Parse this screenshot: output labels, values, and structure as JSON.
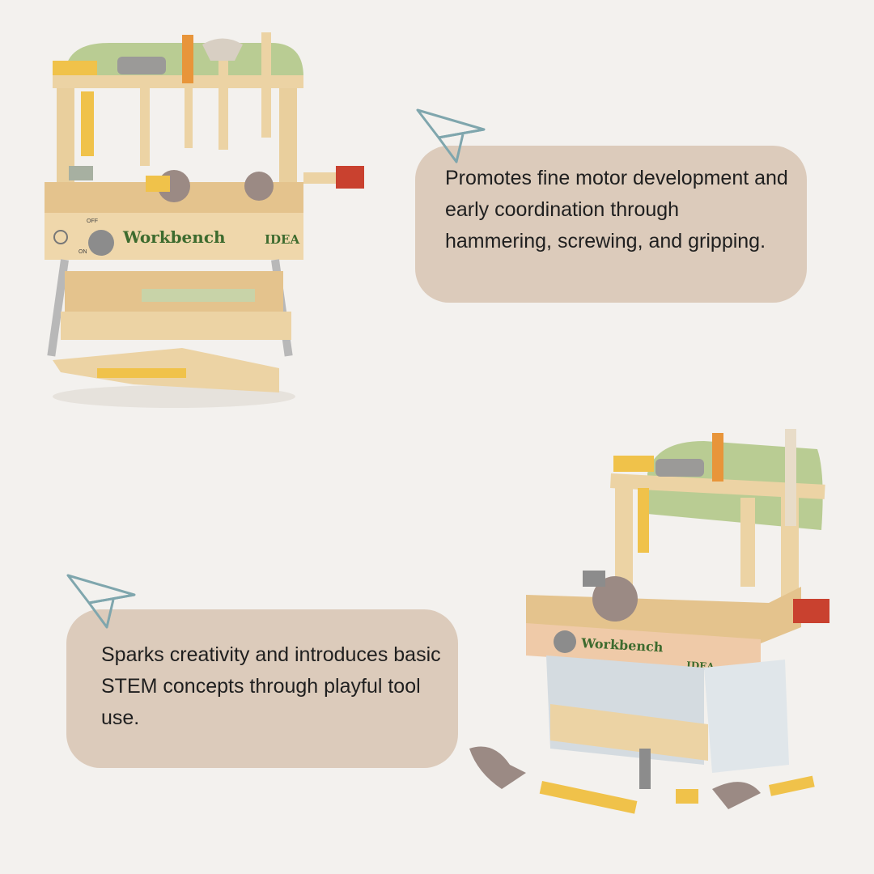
{
  "features": [
    {
      "text": "Promotes fine motor development and early coordination through hammering, screwing, and gripping."
    },
    {
      "text": "Sparks creativity and introduces basic STEM concepts through playful tool use."
    }
  ],
  "product": {
    "brand_label": "Workbench",
    "sub_label": "IDEA",
    "switch_off": "OFF",
    "switch_on": "ON"
  },
  "colors": {
    "background": "#f3f1ee",
    "bubble": "#dccbbb",
    "plane_stroke": "#7fa6ad",
    "wood": "#ecd3a4",
    "green": "#b9cc93",
    "label_green": "#3d6b2e"
  }
}
